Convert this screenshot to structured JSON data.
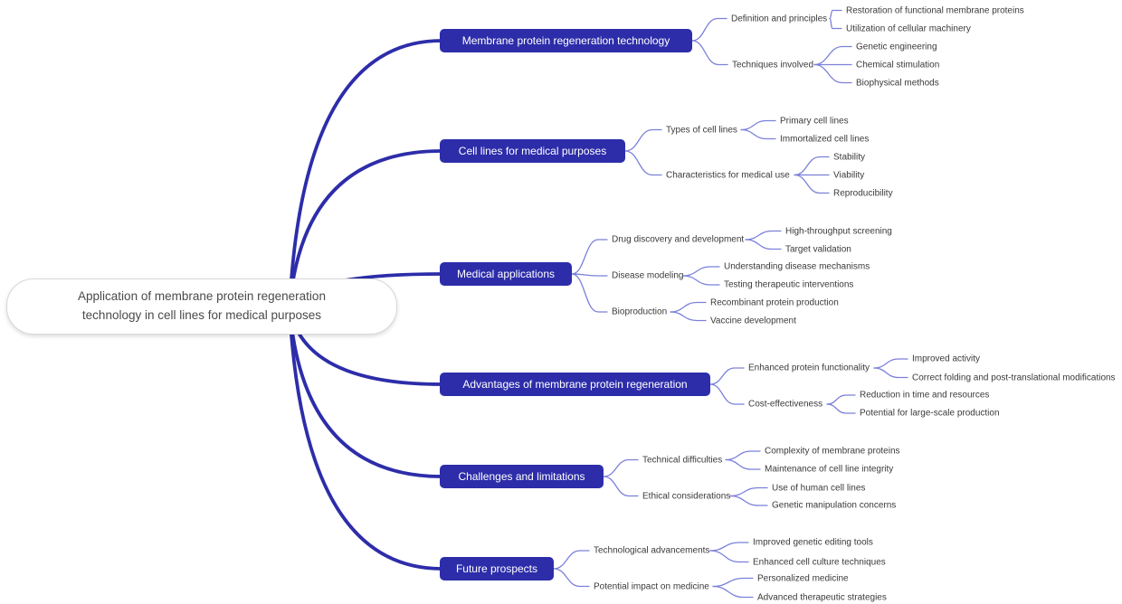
{
  "root": {
    "label": "Application of membrane protein regeneration technology in cell lines for medical purposes"
  },
  "branches": [
    {
      "label": "Membrane protein regeneration technology",
      "children": [
        {
          "label": "Definition and principles",
          "leaves": [
            "Restoration of functional membrane proteins",
            "Utilization of cellular machinery"
          ]
        },
        {
          "label": "Techniques involved",
          "leaves": [
            "Genetic engineering",
            "Chemical stimulation",
            "Biophysical methods"
          ]
        }
      ]
    },
    {
      "label": "Cell lines for medical purposes",
      "children": [
        {
          "label": "Types of cell lines",
          "leaves": [
            "Primary cell lines",
            "Immortalized cell lines"
          ]
        },
        {
          "label": "Characteristics for medical use",
          "leaves": [
            "Stability",
            "Viability",
            "Reproducibility"
          ]
        }
      ]
    },
    {
      "label": "Medical applications",
      "children": [
        {
          "label": "Drug discovery and development",
          "leaves": [
            "High-throughput screening",
            "Target validation"
          ]
        },
        {
          "label": "Disease modeling",
          "leaves": [
            "Understanding disease mechanisms",
            "Testing therapeutic interventions"
          ]
        },
        {
          "label": "Bioproduction",
          "leaves": [
            "Recombinant protein production",
            "Vaccine development"
          ]
        }
      ]
    },
    {
      "label": "Advantages of membrane protein regeneration",
      "children": [
        {
          "label": "Enhanced protein functionality",
          "leaves": [
            "Improved activity",
            "Correct folding and post-translational modifications"
          ]
        },
        {
          "label": "Cost-effectiveness",
          "leaves": [
            "Reduction in time and resources",
            "Potential for large-scale production"
          ]
        }
      ]
    },
    {
      "label": "Challenges and limitations",
      "children": [
        {
          "label": "Technical difficulties",
          "leaves": [
            "Complexity of membrane proteins",
            "Maintenance of cell line integrity"
          ]
        },
        {
          "label": "Ethical considerations",
          "leaves": [
            "Use of human cell lines",
            "Genetic manipulation concerns"
          ]
        }
      ]
    },
    {
      "label": "Future prospects",
      "children": [
        {
          "label": "Technological advancements",
          "leaves": [
            "Improved genetic editing tools",
            "Enhanced cell culture techniques"
          ]
        },
        {
          "label": "Potential impact on medicine",
          "leaves": [
            "Personalized medicine",
            "Advanced therapeutic strategies"
          ]
        }
      ]
    }
  ],
  "colors": {
    "node_fill": "#2d2daa",
    "thick_link": "#2d2daa",
    "thin_link": "#7b80d8",
    "text": "#3a3a3a",
    "root_text": "#4a4a4a",
    "root_border": "#d9d9d9",
    "background": "#ffffff"
  }
}
